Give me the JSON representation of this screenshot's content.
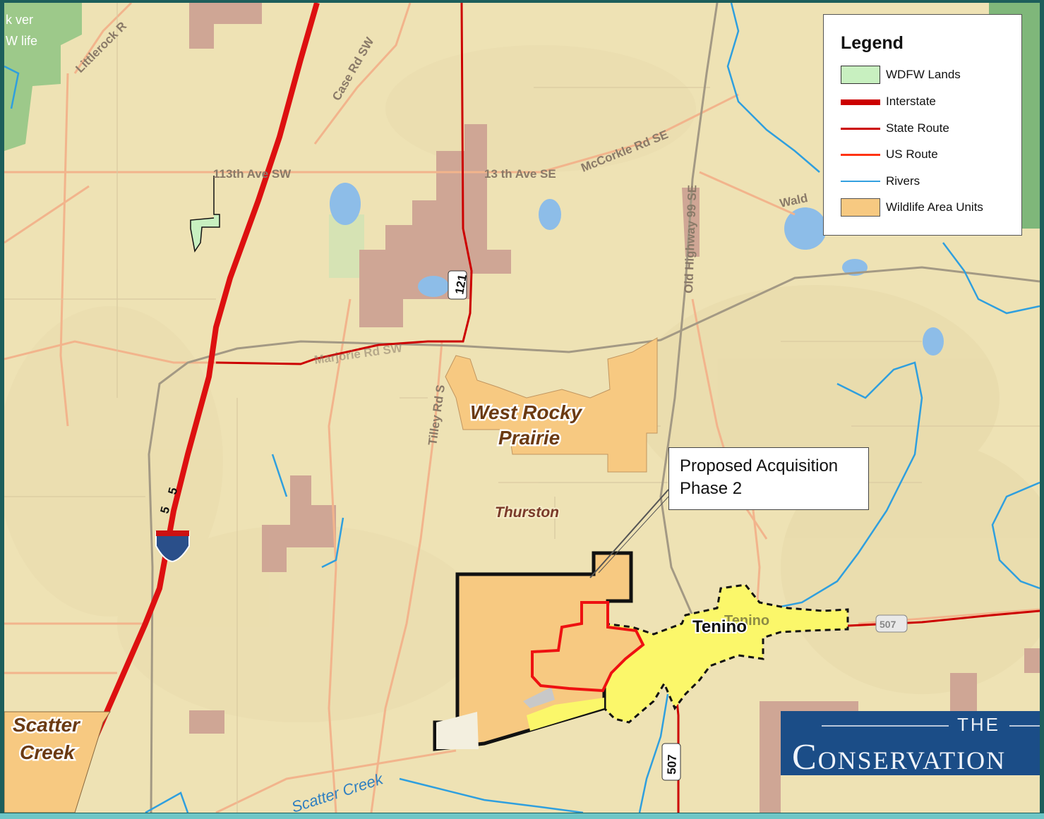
{
  "map": {
    "roads": {
      "littlerock": "Littlerock R",
      "case_rd": "Case Rd SW",
      "ave_113_sw": "113th Ave SW",
      "ave_113_se": "13 th Ave SE",
      "mccorkle": "McCorkle Rd SE",
      "old_highway": "Old Highway 99 SE",
      "waldrick": "Wald",
      "tilley": "Tilley Rd S",
      "scatter_creek_river": "Scatter Creek",
      "interstate_5a": "5",
      "interstate_5b": "5",
      "route_121": "121",
      "route_507_s": "507",
      "route_507_e": "507",
      "marjorie": "Marjorie Rd SW",
      "tenino_shield": "Tenino",
      "wdfw_corner": "k    ver",
      "wdfw_corner2": "W    life"
    },
    "units": {
      "west_rocky_line1": "West Rocky",
      "west_rocky_line2": "Prairie",
      "scatter_line1": "Scatter",
      "scatter_line2": "Creek"
    },
    "county": "Thurston",
    "city": "Tenino"
  },
  "legend": {
    "title": "Legend",
    "items": [
      {
        "label": "WDFW Lands",
        "color": "#c8f0c0",
        "type": "fill"
      },
      {
        "label": "Interstate",
        "color": "#cc0000",
        "type": "thick-line"
      },
      {
        "label": "State Route",
        "color": "#cc0000",
        "type": "line"
      },
      {
        "label": "US Route",
        "color": "#ff3311",
        "type": "line"
      },
      {
        "label": "Rivers",
        "color": "#33a0e0",
        "type": "line"
      },
      {
        "label": "Wildlife Area Units",
        "color": "#f7c981",
        "type": "fill"
      }
    ]
  },
  "callout": {
    "line1": "Proposed Acquisition",
    "line2": "Phase 2"
  },
  "logo": {
    "the": "THE",
    "name": "Conservation"
  },
  "colors": {
    "basemap": "#eee2b4",
    "federal_land": "#cfa695",
    "wildlife_unit": "#f7c981",
    "city_area": "#fbf76a",
    "interstate": "#dd1010",
    "river": "#2f9fde",
    "minor_road": "#f2b48c"
  }
}
